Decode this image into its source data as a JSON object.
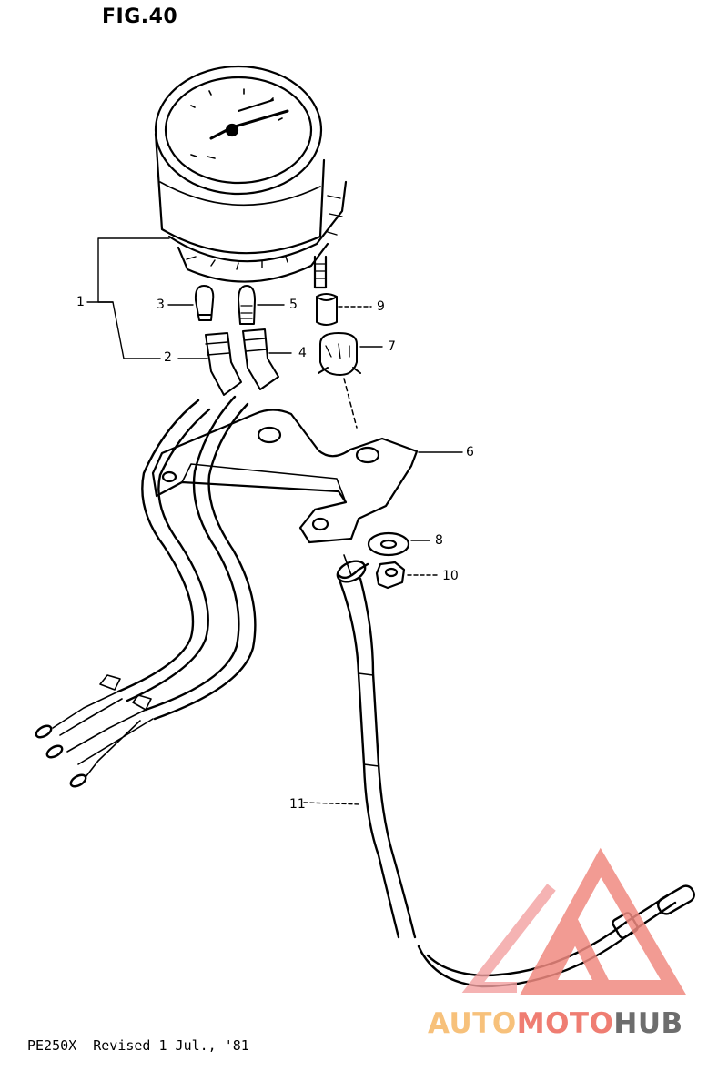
{
  "figure": {
    "title": "FIG.40",
    "footer": "PE250X  Revised 1 Jul., '81"
  },
  "callouts": [
    {
      "id": "c1",
      "number": "1"
    },
    {
      "id": "c2",
      "number": "2"
    },
    {
      "id": "c3",
      "number": "3"
    },
    {
      "id": "c4",
      "number": "4"
    },
    {
      "id": "c5",
      "number": "5"
    },
    {
      "id": "c6",
      "number": "6"
    },
    {
      "id": "c7",
      "number": "7"
    },
    {
      "id": "c8",
      "number": "8"
    },
    {
      "id": "c9",
      "number": "9"
    },
    {
      "id": "c10",
      "number": "10"
    },
    {
      "id": "c11",
      "number": "11"
    }
  ],
  "watermark": {
    "part1": "AUTO",
    "part2": "MOTO",
    "part3": "HUB",
    "colors": {
      "light": "#f7c17b",
      "red": "#ef7d72",
      "gray": "#6d6d6d"
    }
  }
}
